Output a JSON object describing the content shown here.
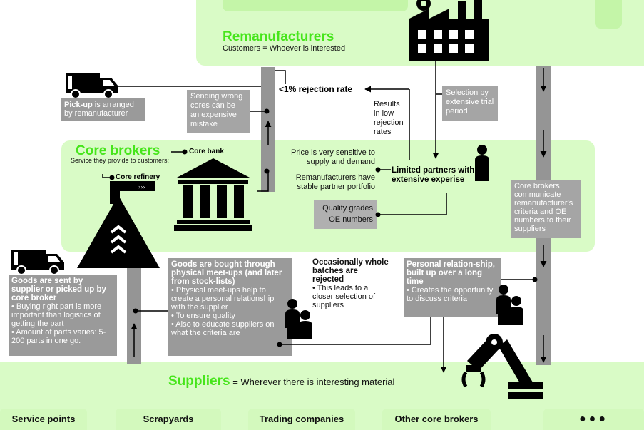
{
  "remanufacturers": {
    "title": "Remanufacturers",
    "subtitle": "Customers = Whoever is interested"
  },
  "pickup": {
    "bold": "Pick-up",
    "rest": " is arranged by remanufacturer"
  },
  "sending_wrong": "Sending wrong cores can be an expensive mistake",
  "rejection_rate": "<1% rejection rate",
  "results_low": "Results in low rejection rates",
  "selection_trial": "Selection by extensive trial period",
  "core_brokers": {
    "title": "Core brokers",
    "subtitle": "Service they provide to customers:",
    "core_bank": "Core bank",
    "core_refinery": "Core refinery"
  },
  "price_sensitive": "Price is very sensitive to supply and demand",
  "stable_portfolio": "Remanufacturers have stable partner portfolio",
  "limited_partners": "Limited partners with extensive experise",
  "quality_grades": "Quality grades",
  "oe_numbers": "OE numbers",
  "brokers_communicate": "Core brokers communicate remanufacturer's criteria and OE numbers to their suppliers",
  "goods_sent": {
    "title": "Goods are sent by supplier or picked up by core broker",
    "bullets": [
      "• Buying right part is more important than logistics of getting the part",
      "• Amount of parts varies: 5-200 parts in one go."
    ]
  },
  "goods_bought": {
    "title": "Goods are bought through physical meet-ups (and later from stock-lists)",
    "bullets": [
      "• Physical meet-ups help to create a personal relationship with the supplier",
      "• To ensure quality",
      "• Also to educate suppliers on what the criteria are"
    ]
  },
  "occasionally": {
    "title": "Occasionally whole batches are rejected",
    "bullet": "• This leads to a closer selection of suppliers"
  },
  "personal": {
    "title": "Personal relation-ship, built up over a long time",
    "bullet": "• Creates the opportunity to discuss criteria"
  },
  "suppliers": {
    "title": "Suppliers",
    "subtitle": " = Wherever there is interesting material"
  },
  "supplier_types": [
    "Service points",
    "Scrapyards",
    "Trading companies",
    "Other core brokers",
    "●●●"
  ],
  "colors": {
    "band": "#d9fbc6",
    "accent_green": "#46e51b",
    "grey": "#959595"
  }
}
